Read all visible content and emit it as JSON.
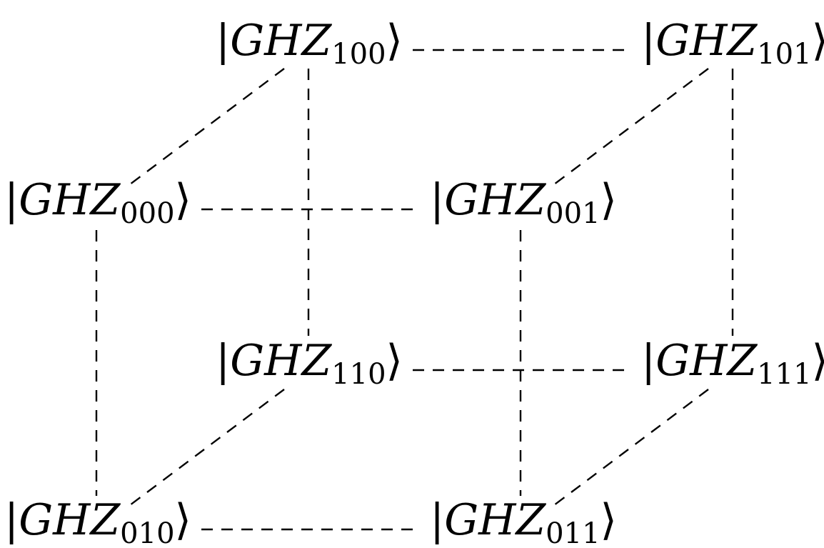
{
  "diagram": {
    "nodes": [
      {
        "id": "n100",
        "base": "GHZ",
        "index": "100"
      },
      {
        "id": "n101",
        "base": "GHZ",
        "index": "101"
      },
      {
        "id": "n000",
        "base": "GHZ",
        "index": "000"
      },
      {
        "id": "n001",
        "base": "GHZ",
        "index": "001"
      },
      {
        "id": "n110",
        "base": "GHZ",
        "index": "110"
      },
      {
        "id": "n111",
        "base": "GHZ",
        "index": "111"
      },
      {
        "id": "n010",
        "base": "GHZ",
        "index": "010"
      },
      {
        "id": "n011",
        "base": "GHZ",
        "index": "011"
      }
    ],
    "edges": [
      [
        "n100",
        "n101"
      ],
      [
        "n000",
        "n001"
      ],
      [
        "n110",
        "n111"
      ],
      [
        "n010",
        "n011"
      ],
      [
        "n100",
        "n000"
      ],
      [
        "n101",
        "n001"
      ],
      [
        "n110",
        "n010"
      ],
      [
        "n111",
        "n011"
      ],
      [
        "n100",
        "n110"
      ],
      [
        "n101",
        "n111"
      ],
      [
        "n000",
        "n010"
      ],
      [
        "n001",
        "n011"
      ]
    ],
    "colors": {
      "ink": "#000000",
      "background": "#ffffff"
    }
  }
}
